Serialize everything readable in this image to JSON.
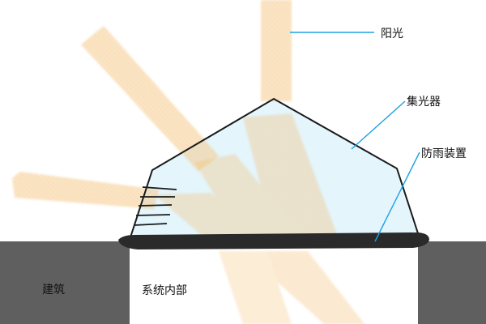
{
  "labels": {
    "sunlight": "阳光",
    "collector": "集光器",
    "rain_guard": "防雨装置",
    "building": "建筑",
    "system_interior": "系统内部"
  },
  "colors": {
    "building": "#5f5f5f",
    "sunlight": "#f5c87a",
    "dome_fill": "#dff3fb",
    "dome_outline": "#1a1a1a",
    "rain_guard": "#2a2a2a",
    "leader_line": "#1ea0e6"
  }
}
